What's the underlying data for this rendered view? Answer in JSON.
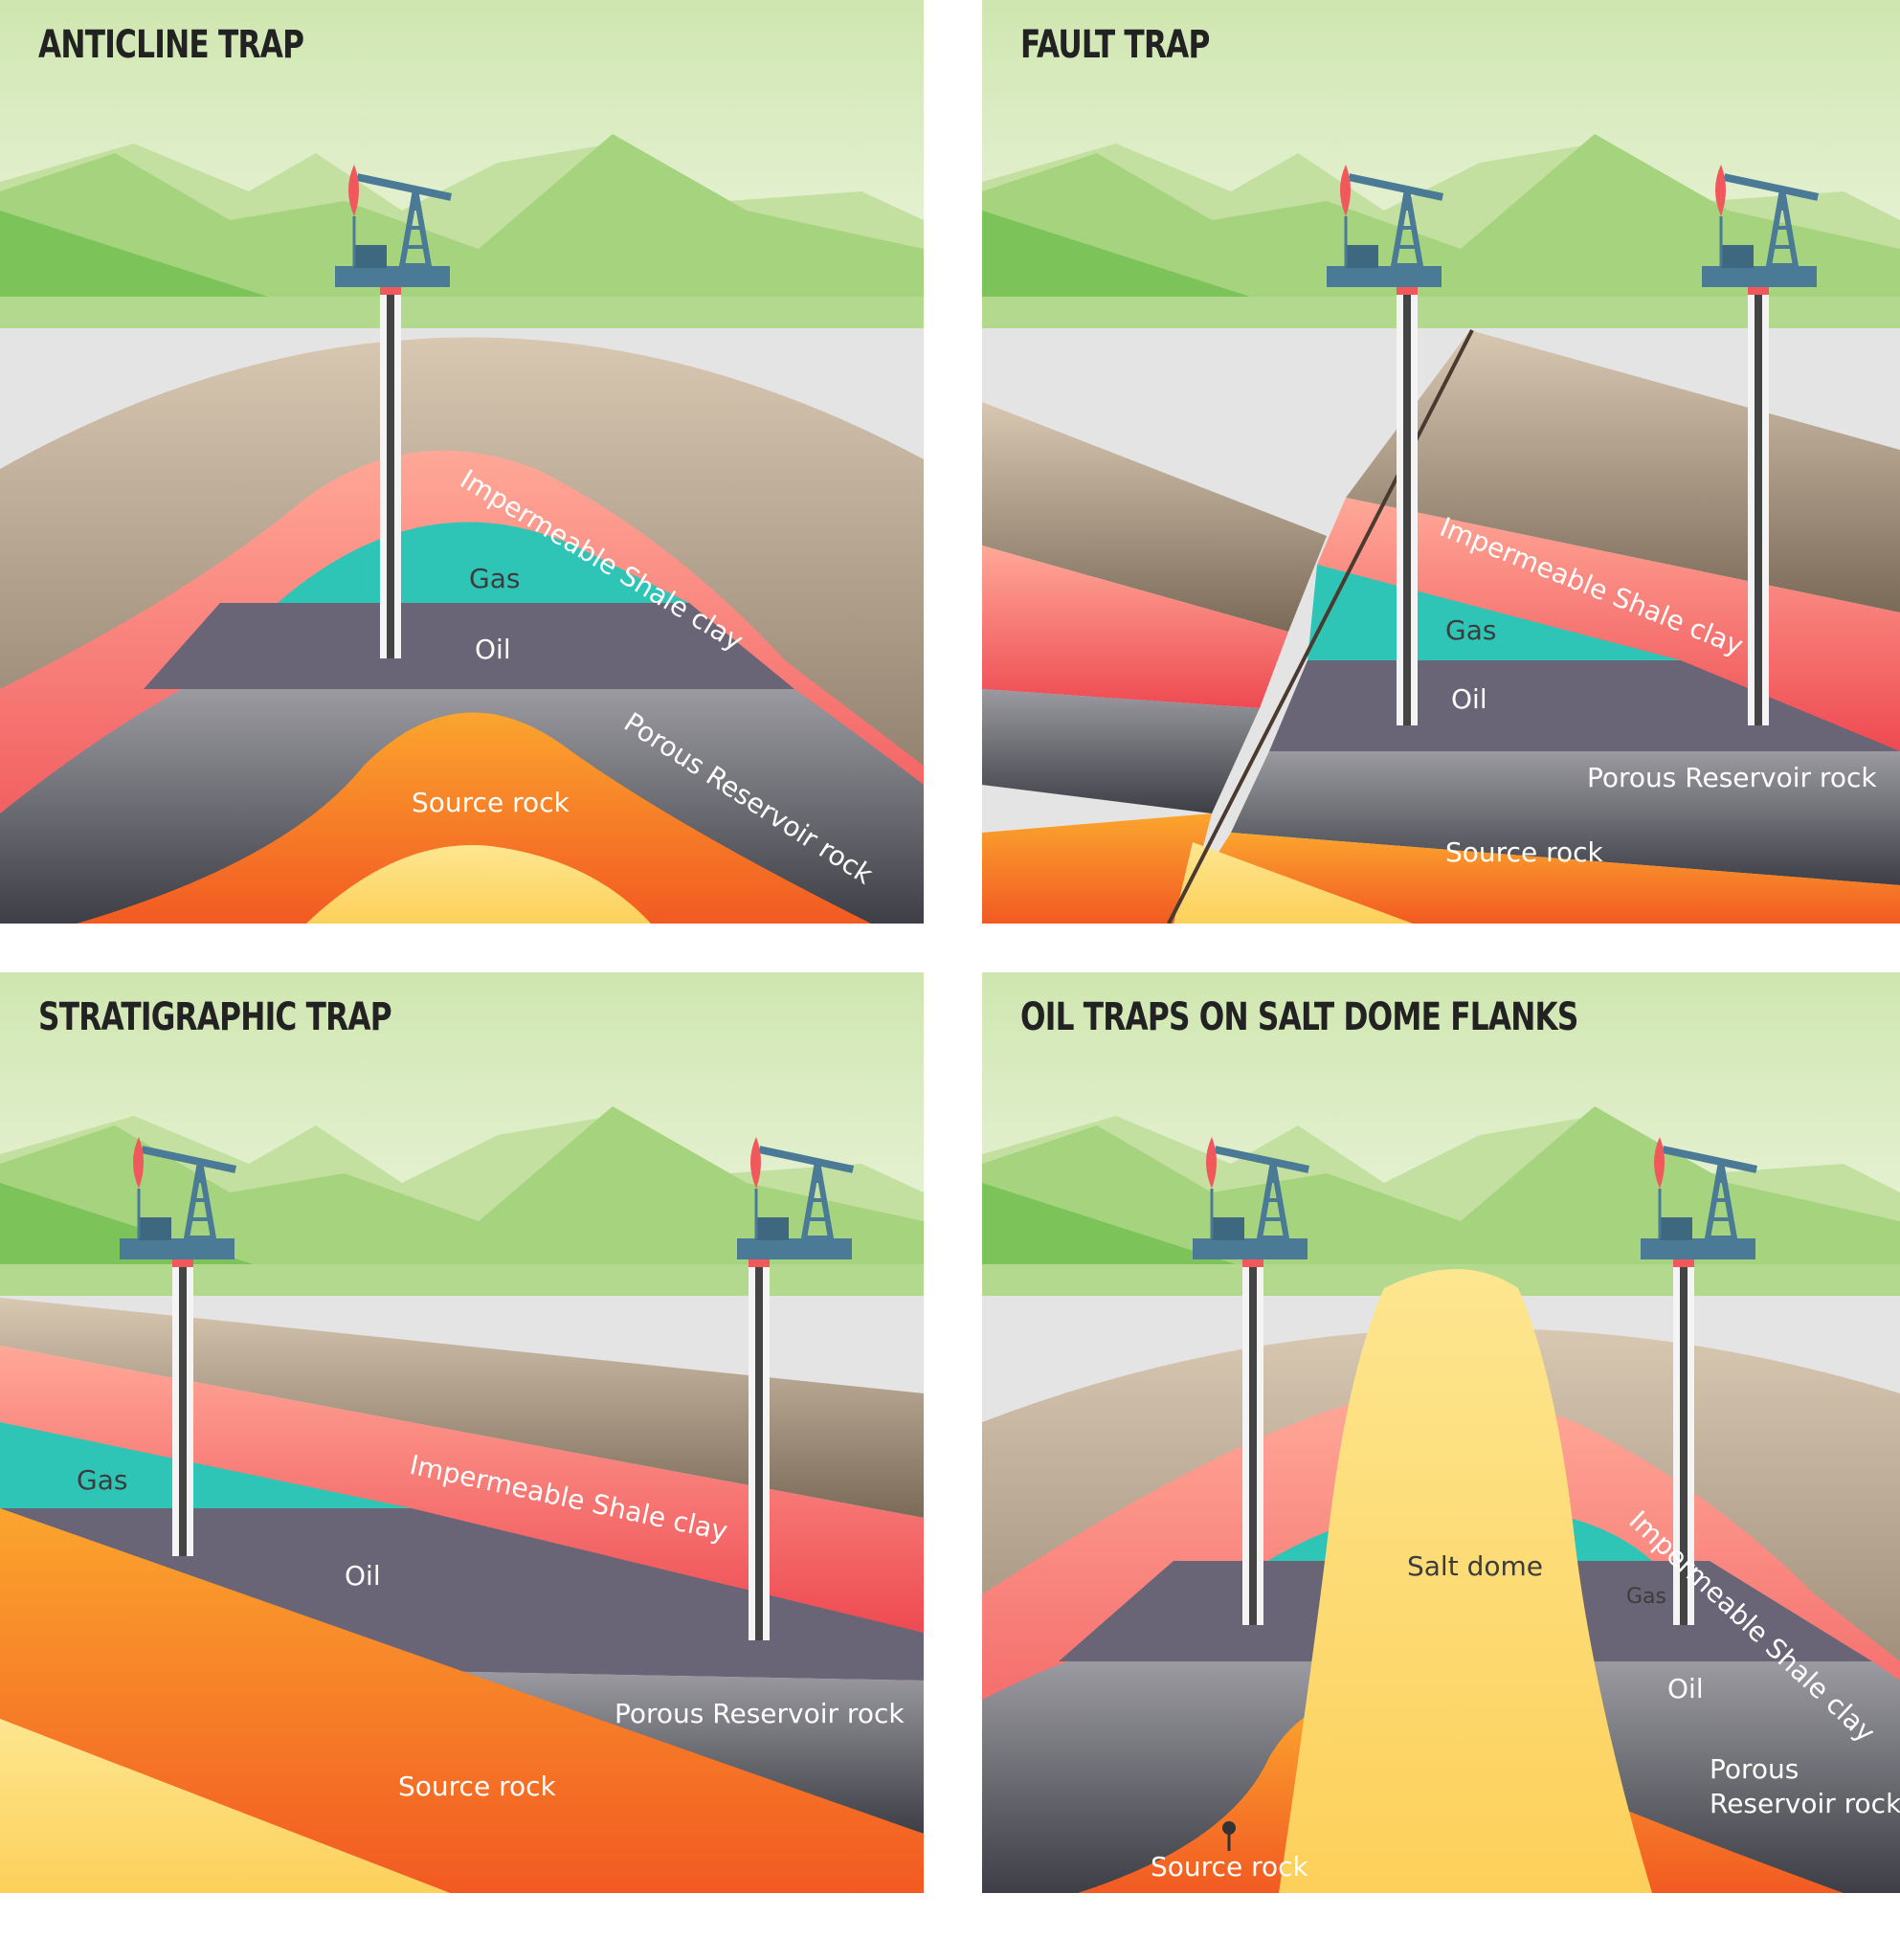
{
  "panels": {
    "anticline": {
      "title": "ANTICLINE TRAP",
      "labels": {
        "shale": "Impermeable Shale clay",
        "gas": "Gas",
        "oil": "Oil",
        "reservoir": "Porous Reservoir rock",
        "source": "Source rock"
      }
    },
    "fault": {
      "title": "FAULT TRAP",
      "labels": {
        "shale": "Impermeable Shale clay",
        "gas": "Gas",
        "oil": "Oil",
        "reservoir": "Porous Reservoir rock",
        "source": "Source rock"
      }
    },
    "stratigraphic": {
      "title": "STRATIGRAPHIC TRAP",
      "labels": {
        "gas": "Gas",
        "shale": "Impermeable Shale clay",
        "oil": "Oil",
        "reservoir": "Porous Reservoir rock",
        "source": "Source rock"
      }
    },
    "salt": {
      "title": "OIL TRAPS ON SALT DOME FLANKS",
      "labels": {
        "salt_dome": "Salt dome",
        "shale": "Impermeable Shale clay",
        "gas": "Gas",
        "oil": "Oil",
        "reservoir_line1": "Porous",
        "reservoir_line2": "Reservoir rock",
        "source": "Source rock"
      }
    }
  },
  "colors": {
    "sky": "#dfeec8",
    "mountain_far": "#c4e0a0",
    "mountain_near": "#9ccd72",
    "grass": "#7cc35a",
    "grey_soil": "#e4e4e4",
    "sediment": "#b9a58d",
    "shale": "#f0585c",
    "gas": "#2ec4b6",
    "oil": "#6a6477",
    "reservoir": "#5a5a60",
    "source": "#f7902a",
    "deep": "#fde07c",
    "pump_body": "#4a7a95",
    "pump_head": "#f0585c"
  }
}
